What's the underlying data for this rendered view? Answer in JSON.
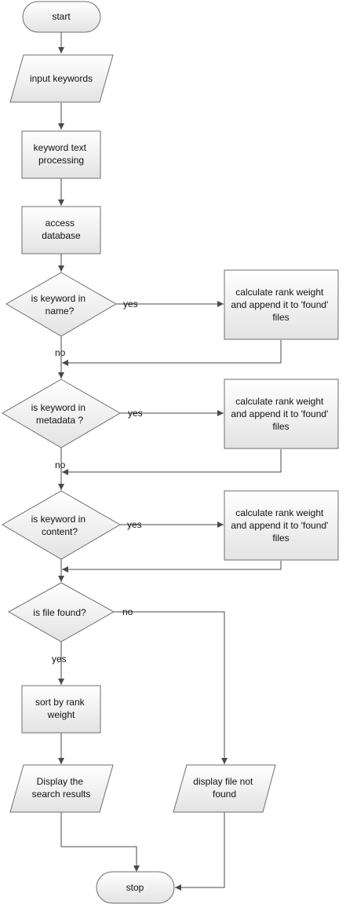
{
  "nodes": {
    "start": "start",
    "input": "input keywords",
    "process1": [
      "keyword text",
      "processing"
    ],
    "access": [
      "access",
      "database"
    ],
    "q_name": [
      "is keyword in",
      "name?"
    ],
    "rank1": [
      "calculate rank weight",
      "and append it to 'found'",
      "files"
    ],
    "q_meta": [
      "is keyword in",
      "metadata ?"
    ],
    "rank2": [
      "calculate rank weight",
      "and append it to 'found'",
      "files"
    ],
    "q_content": [
      "is keyword in",
      "content?"
    ],
    "rank3": [
      "calculate rank weight",
      "and append it to 'found'",
      "files"
    ],
    "q_found": "is file found?",
    "sort": [
      "sort by rank",
      "weight"
    ],
    "display_results": [
      "Display the",
      "search results"
    ],
    "display_not_found": [
      "display file not",
      "found"
    ],
    "stop": "stop"
  },
  "edge_labels": {
    "name_yes": "yes",
    "name_no": "no",
    "meta_yes": "yes",
    "meta_no": "no",
    "content_yes": "yes",
    "found_no": "no",
    "found_yes": "yes"
  },
  "colors": {
    "fill_top": "#ffffff",
    "fill_bottom": "#e3e3e3",
    "stroke": "#6e6e6e",
    "edge": "#4a4a4a",
    "text": "#111111"
  }
}
